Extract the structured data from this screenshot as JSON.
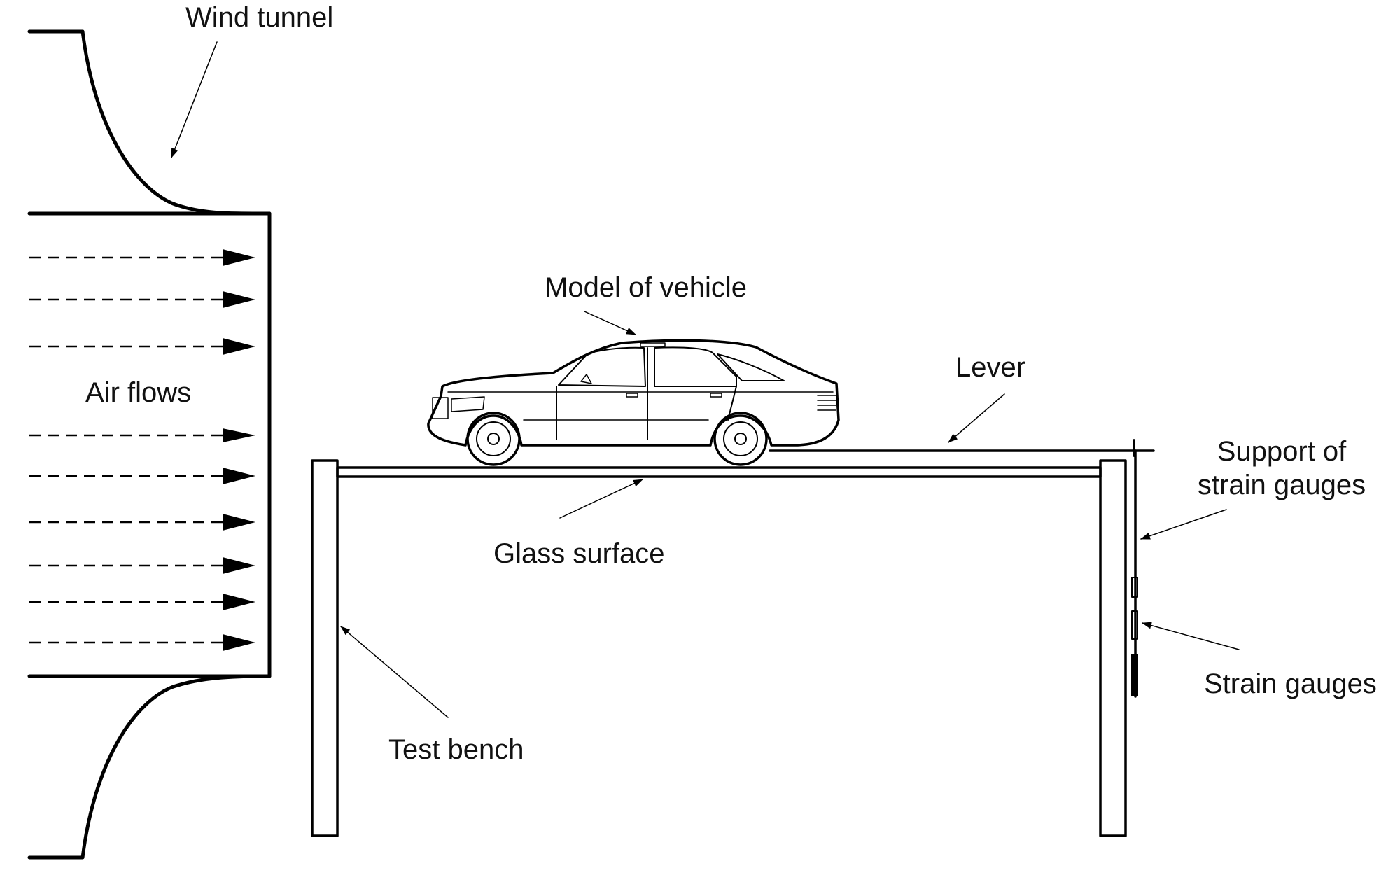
{
  "labels": {
    "wind_tunnel": "Wind tunnel",
    "air_flows": "Air flows",
    "model_of_vehicle": "Model of vehicle",
    "lever": "Lever",
    "support_line1": "Support of",
    "support_line2": "strain gauges",
    "glass_surface": "Glass surface",
    "strain_gauges": "Strain gauges",
    "test_bench": "Test bench"
  },
  "colors": {
    "line": "#000000",
    "background": "#ffffff",
    "text": "#111111"
  }
}
